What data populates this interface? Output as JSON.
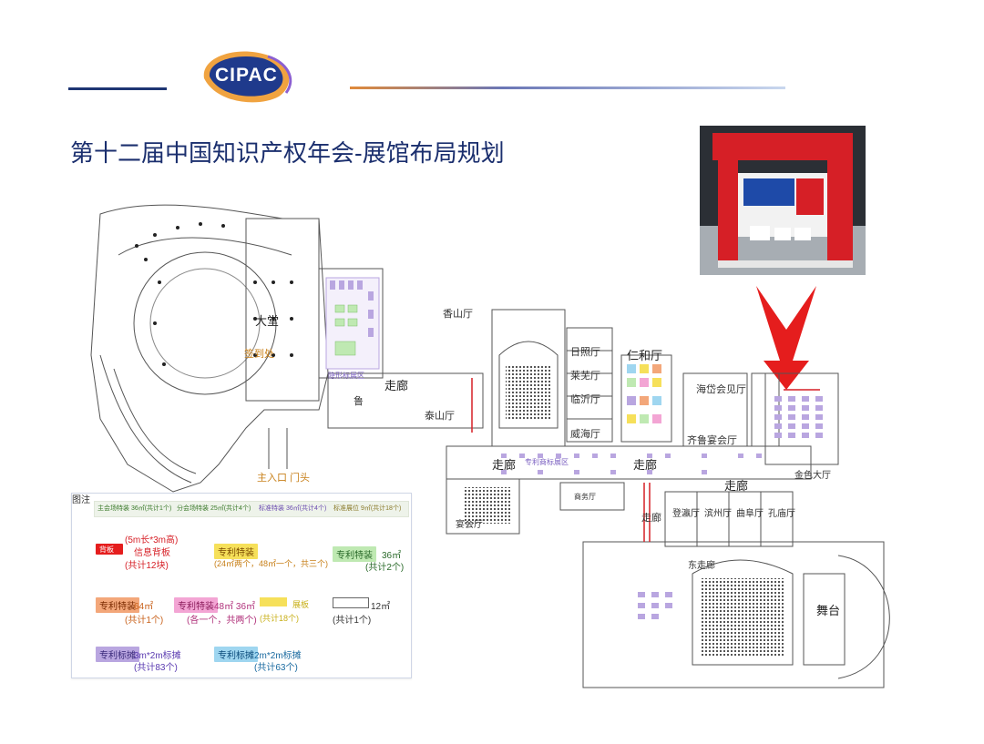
{
  "header": {
    "logo_text": "CIPAC",
    "title": "第十二届中国知识产权年会-展馆布局规划"
  },
  "colors": {
    "title": "#1b2f6e",
    "header_line_dark": "#1e3573",
    "header_line_orange": "#e08a3a",
    "arrow": "#e51d1d",
    "booth_purple": "#b9a6e0",
    "booth_green": "#bfe9b2",
    "booth_yellow": "#f6e05a",
    "booth_orange": "#f3a77a",
    "booth_pink": "#f3a5d4",
    "booth_blue": "#9fd6f0"
  },
  "map": {
    "labels": {
      "dating": "大堂",
      "zoulang_1": "走廊",
      "zoulang_2": "走廊",
      "zoulang_3": "走廊",
      "zoulang_4": "走廊",
      "zoulang_v": "走廊",
      "dong_zoulang": "东走廊",
      "renhe": "仁和厅",
      "taishan": "泰山厅",
      "lu": "鲁",
      "main_entrance": "主入口 门头",
      "registration": "签到处",
      "hall_label_left": "隐形标展区",
      "stage": "舞台",
      "jinse_dating": "金色大厅",
      "haidai": "海岱会见厅",
      "qilu": "齐鲁宴会厅",
      "zhenghe_hall": "宴会厅",
      "dengying": "登瀛厅",
      "binzhou": "滨州厅",
      "qufu": "曲阜厅",
      "kongmiao": "孔庙厅",
      "rizhao": "日照厅",
      "laiwu": "莱芜厅",
      "linyi": "临沂厅",
      "weihai": "威海厅",
      "xiangshan": "香山厅",
      "shangwu": "商务厅",
      "patent_area": "专利商标展区"
    }
  },
  "legend": {
    "title": "图注",
    "top_row": [
      "主会场特装 36㎡(共计1个)",
      "分会场特装 25㎡(共计4个)",
      "标准特装 36㎡(共计4个)",
      "标准展位 9㎡(共计18个)"
    ],
    "row1": {
      "red_note": "(5m长*3m高)",
      "red_swatch": "背板",
      "red_text": "信息背板",
      "red_count": "(共计12块)",
      "yellow_swatch": "专利特装",
      "yellow_text": "(24㎡两个，48㎡一个，共三个)",
      "green_swatch": "专利特装",
      "green_value": "36㎡",
      "green_count": "(共计2个)"
    },
    "row2": {
      "orange_swatch": "专利特装",
      "orange_value": "64㎡",
      "orange_count": "(共计1个)",
      "pink_swatch": "专利特装",
      "pink_value": "48㎡ 36㎡",
      "pink_count": "(各一个，共两个)",
      "yellow_text": "展板",
      "yellow_count": "(共计18个)",
      "white_value": "12㎡",
      "white_count": "(共计1个)"
    },
    "row3": {
      "purple_swatch": "专利标摊",
      "purple_value": "3m*2m标摊",
      "purple_count": "(共计83个)",
      "blue_swatch": "专利标摊",
      "blue_value": "2m*2m标摊",
      "blue_count": "(共计63个)"
    }
  }
}
